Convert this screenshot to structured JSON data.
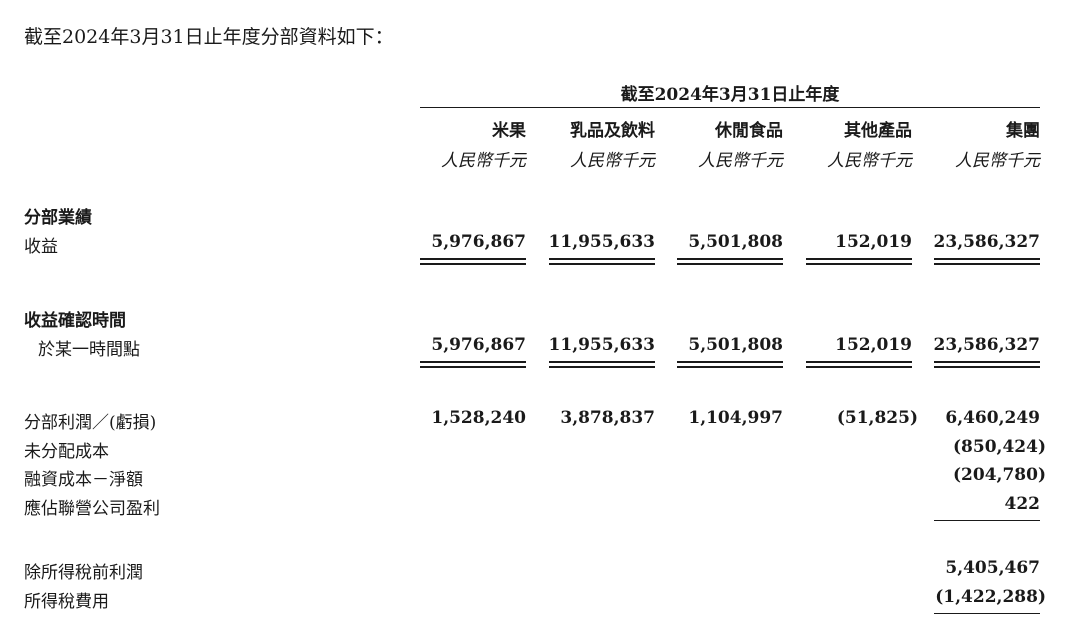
{
  "intro": "截至2024年3月31日止年度分部資料如下：",
  "period_header": "截至2024年3月31日止年度",
  "columns": [
    {
      "name": "米果",
      "unit": "人民幣千元"
    },
    {
      "name": "乳品及飲料",
      "unit": "人民幣千元"
    },
    {
      "name": "休閒食品",
      "unit": "人民幣千元"
    },
    {
      "name": "其他產品",
      "unit": "人民幣千元"
    },
    {
      "name": "集團",
      "unit": "人民幣千元"
    }
  ],
  "sections": {
    "segment_results": "分部業績",
    "revenue_timing": "收益確認時間"
  },
  "rows": {
    "revenue": {
      "label": "收益",
      "values": [
        "5,976,867",
        "11,955,633",
        "5,501,808",
        "152,019",
        "23,586,327"
      ]
    },
    "point_in_time": {
      "label": "於某一時間點",
      "values": [
        "5,976,867",
        "11,955,633",
        "5,501,808",
        "152,019",
        "23,586,327"
      ]
    },
    "segment_profit": {
      "label": "分部利潤／(虧損)",
      "values": [
        "1,528,240",
        "3,878,837",
        "1,104,997",
        "(51,825)",
        "6,460,249"
      ]
    },
    "unallocated_costs": {
      "label": "未分配成本",
      "group": "(850,424)"
    },
    "finance_costs": {
      "label": "融資成本－淨額",
      "group": "(204,780)"
    },
    "associate_profit": {
      "label": "應佔聯營公司盈利",
      "group": "422"
    },
    "profit_before_tax": {
      "label": "除所得稅前利潤",
      "group": "5,405,467"
    },
    "income_tax": {
      "label": "所得稅費用",
      "group": "(1,422,288)"
    }
  }
}
